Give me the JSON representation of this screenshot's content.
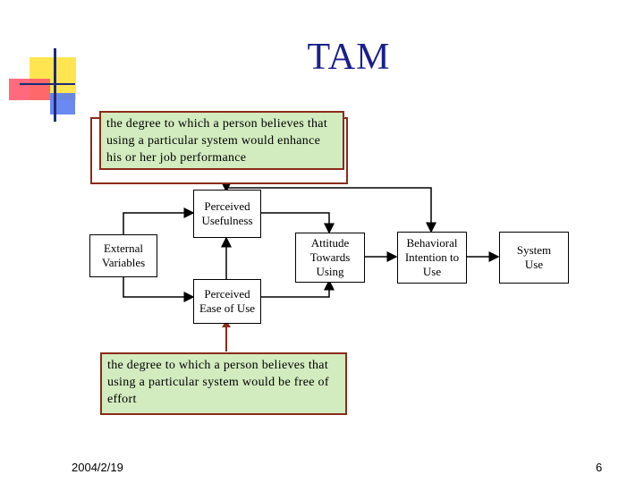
{
  "slide": {
    "title": "TAM",
    "date": "2004/2/19",
    "page_number": "6"
  },
  "diagram": {
    "nodes": {
      "external_variables": "External Variables",
      "perceived_usefulness": "Perceived Usefulness",
      "perceived_ease_of_use": "Perceived Ease of Use",
      "attitude": "Attitude Towards Using",
      "behavioral_intention": "Behavioral Intention to Use",
      "system_use": "System Use"
    },
    "notes": {
      "usefulness_definition": "the degree to which a person believes that using a particular system would enhance his or her job performance",
      "ease_definition": "the degree to which a person believes that using a particular system would be free of effort"
    },
    "colors": {
      "note_fill": "#d2ebbf",
      "note_border": "#8b2b1a",
      "title": "#1a1f8c"
    }
  }
}
